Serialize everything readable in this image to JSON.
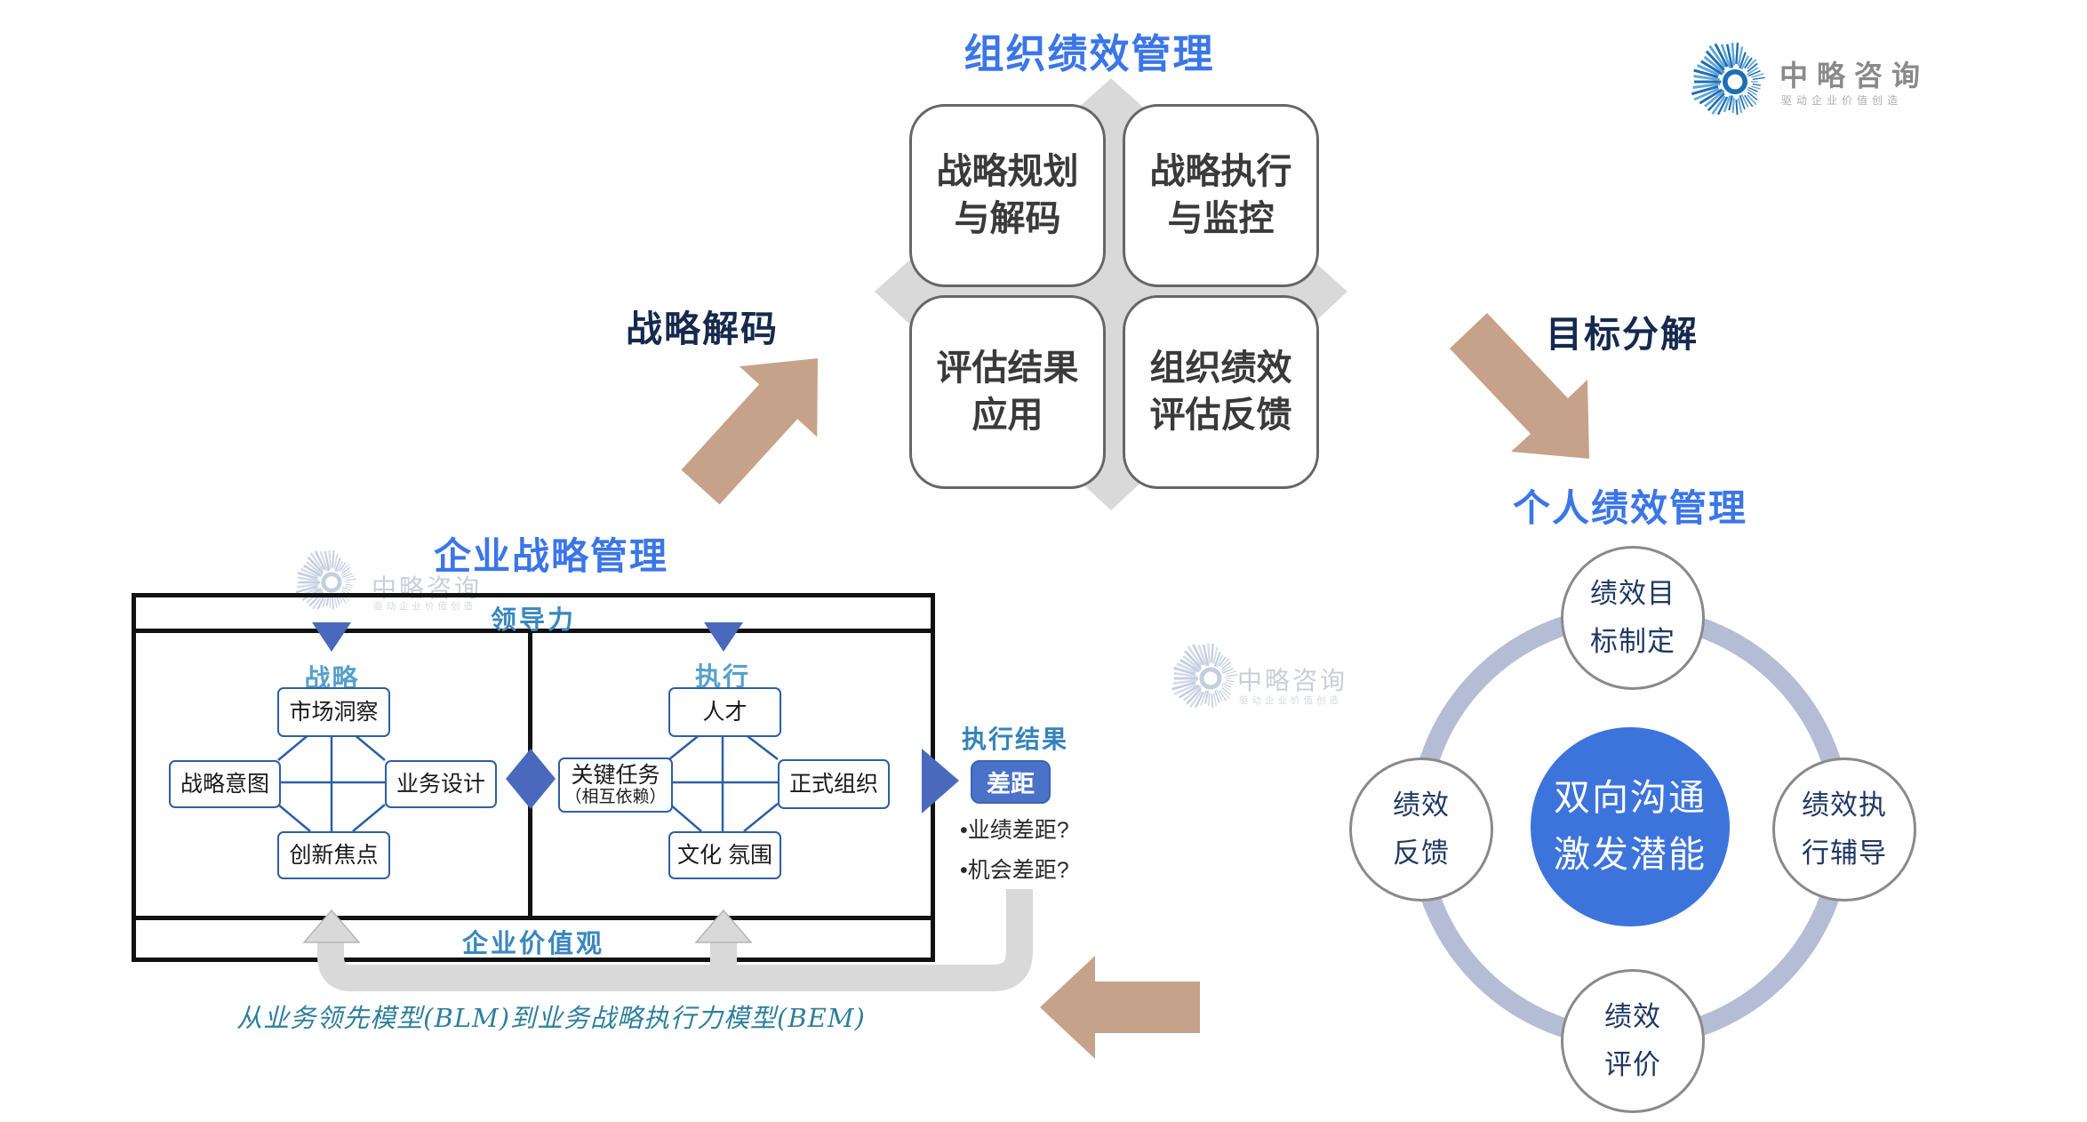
{
  "logo": {
    "name": "中略咨询",
    "tagline": "驱动企业价值创造"
  },
  "org_perf": {
    "title": "组织绩效管理",
    "boxes": [
      {
        "label": "战略规划\n与解码"
      },
      {
        "label": "战略执行\n与监控"
      },
      {
        "label": "评估结果\n应用"
      },
      {
        "label": "组织绩效\n评估反馈"
      }
    ]
  },
  "flow_labels": {
    "strategy_decode": "战略解码",
    "goal_decompose": "目标分解"
  },
  "personal_perf": {
    "title": "个人绩效管理",
    "center": "双向沟通\n激发潜能",
    "nodes": {
      "top": "绩效目\n标制定",
      "right": "绩效执\n行辅导",
      "bottom": "绩效\n评价",
      "left": "绩效\n反馈"
    }
  },
  "blm": {
    "title": "企业战略管理",
    "leadership": "领导力",
    "values": "企业价值观",
    "strategy": {
      "label": "战略",
      "top": "市场洞察",
      "left": "战略意图",
      "right": "业务设计",
      "bottom": "创新焦点"
    },
    "execution": {
      "label": "执行",
      "top": "人才",
      "left_main": "关键任务",
      "left_sub": "（相互依赖）",
      "right": "正式组织",
      "bottom": "文化 氛围"
    },
    "result": {
      "label": "执行结果",
      "gap": "差距",
      "bullets": [
        "•业绩差距?",
        "•机会差距?"
      ]
    },
    "caption": "从业务领先模型(BLM)到业务战略执行力模型(BEM)"
  },
  "watermark": {
    "name": "中略咨询",
    "tagline": "驱动企业价值创造"
  },
  "colors": {
    "accent_blue": "#3b76e8",
    "navy": "#16294e",
    "steel_blue": "#3a87c0",
    "light_steel": "#57a0cc",
    "box_border_blue": "#2e5fa3",
    "shape_blue": "#4a69bd",
    "gap_fill": "#4a72c8",
    "center_circle_blue": "#3d74dc",
    "ring_gray_blue": "#b5bdd6",
    "tan_arrow": "#c6a28a",
    "gray_shape": "#d9d9d9",
    "caption_teal": "#2e7f9e"
  }
}
